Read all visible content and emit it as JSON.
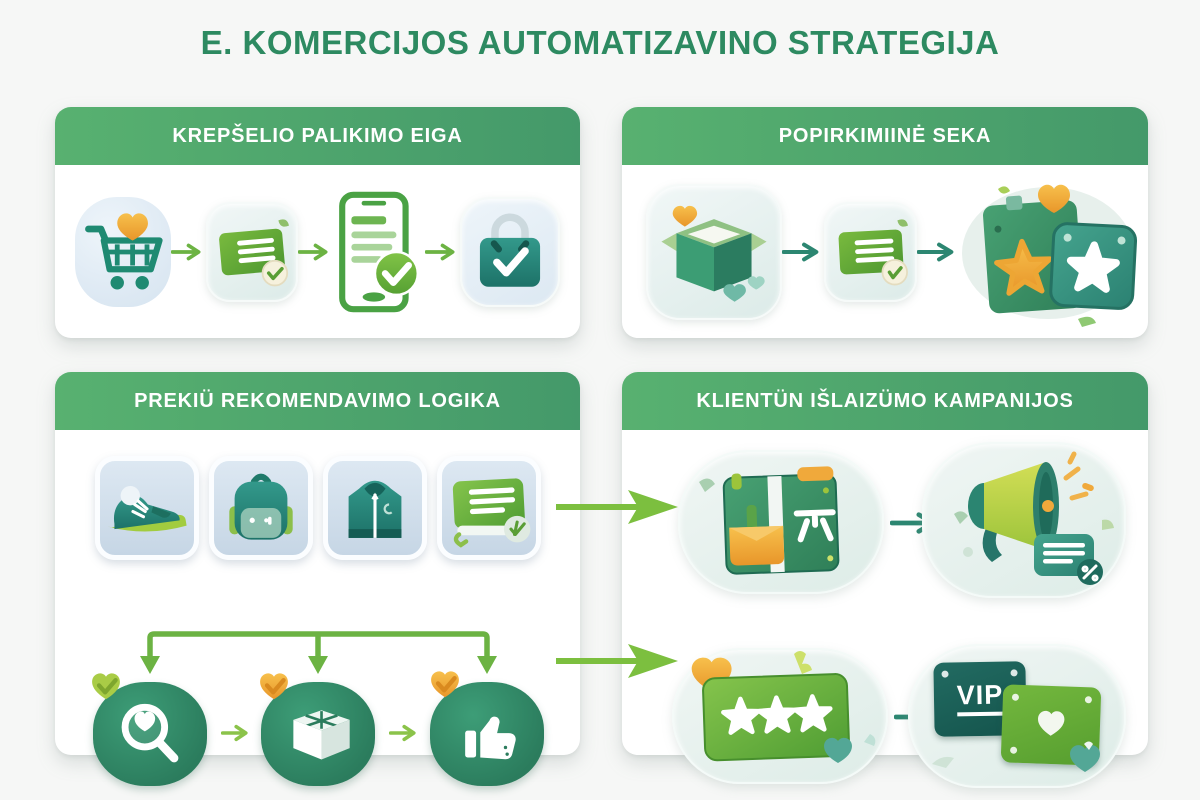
{
  "page": {
    "title": "E. KOMERCIJOS AUTOMATIZAVINO STRATEGIJA"
  },
  "palette": {
    "background": "#f6f7f6",
    "title_green": "#2d8a61",
    "header_gradient_start": "#58b170",
    "header_gradient_end": "#44996a",
    "arrow_light_green": "#6cb343",
    "arrow_teal": "#2c8671",
    "accent_orange": "#f2a93b",
    "icon_teal": "#2e8f7a",
    "icon_green": "#5aa835",
    "tile_blue": "#d3e0ec"
  },
  "panels": {
    "cart_abandonment": {
      "title": "KREPŠELIO PALIKIMO EIGA",
      "steps": [
        "shopping-cart",
        "email-message",
        "phone-confirmation",
        "purchase-bag"
      ]
    },
    "post_purchase": {
      "title": "POPIRKIMIINĖ SEKA",
      "steps": [
        "delivered-package",
        "email-message",
        "review-stars"
      ]
    },
    "recommendations": {
      "title": "PREKIÜ REKOMENDAVIMO LOGIKA",
      "products": [
        "sneaker",
        "backpack",
        "hoodie",
        "recommendation-message"
      ],
      "steps": [
        "browse-favorites",
        "package",
        "thumbs-up"
      ]
    },
    "retention": {
      "title": "KLIENTÜN IŠLAIZÜMO KAMPANIJOS",
      "row1_steps": [
        "gift-voucher",
        "announcement-megaphone"
      ],
      "row2_steps": [
        "rating-card",
        "vip-loyalty-cards"
      ],
      "vip_label": "VIP"
    }
  }
}
